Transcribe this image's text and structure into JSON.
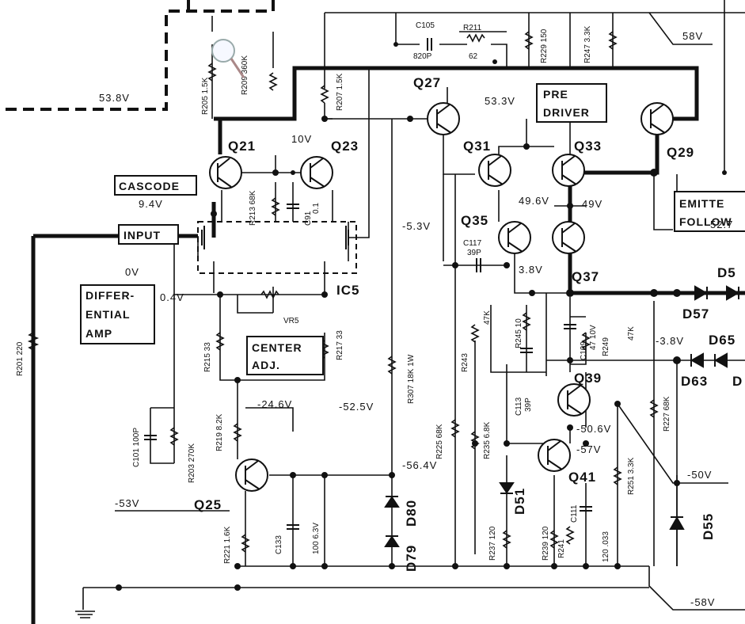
{
  "transistors": [
    "Q21",
    "Q23",
    "Q25",
    "Q27",
    "Q29",
    "Q31",
    "Q33",
    "Q35",
    "Q37",
    "Q39",
    "Q41"
  ],
  "ic": "IC5",
  "blocks": {
    "cascode": "CASCODE",
    "input": "INPUT",
    "diff_line1": "DIFFER-",
    "diff_line2": "ENTIAL",
    "diff_line3": "AMP",
    "center_line1": "CENTER",
    "center_line2": "ADJ.",
    "pre_line1": "PRE",
    "pre_line2": "DRIVER",
    "emit_line1": "EMITTE",
    "emit_line2": "FOLLOW"
  },
  "voltages": {
    "v538": "53.8V",
    "v94": "9.4V",
    "v10": "10V",
    "v0": "0V",
    "v04": "0.4V",
    "v533": "53.3V",
    "v496": "49.6V",
    "v49": "49V",
    "vm53": "-5.3V",
    "v38": "3.8V",
    "v527": "52.7",
    "vm38": "-3.8V",
    "v58": "58V",
    "vm246": "-24.6V",
    "vm525": "-52.5V",
    "vm564": "-56.4V",
    "vm506": "-50.6V",
    "vm57": "-57V",
    "vm50": "-50V",
    "vm53b": "-53V",
    "vm58": "-58V"
  },
  "resistors": {
    "r205": "R205 1.5K",
    "r209": "R209 360K",
    "r207": "R207 1.5K",
    "r211": "R211",
    "r211v": "62",
    "r229": "R229 150",
    "r247": "R247 3.3K",
    "r213": "R213 68K",
    "r215": "R215 33",
    "r217": "R217 33",
    "r201": "R201 220",
    "r203": "R203 270K",
    "r219": "R219 8.2K",
    "r221": "R221 1.6K",
    "r307": "R307 18K 1W",
    "r225": "R225 68K",
    "r243": "R243",
    "r243v": "47K",
    "r245": "R245 10",
    "r249": "R249",
    "r249v": "47K",
    "r235": "R235 6.8K",
    "r237": "R237 120",
    "r239": "R239 120",
    "r241": "R241",
    "r251": "R251 3.3K",
    "r227": "R227 68K"
  },
  "capacitors": {
    "c105": "C105",
    "c105v": "820P",
    "c91": "C91",
    "c91v": "0.1",
    "c117": "C117",
    "c117v": "39P",
    "c109": "C109",
    "c109v": "47 10V",
    "c113": "C113",
    "c113v": "39P",
    "c101": "C101 100P",
    "c133": "C133",
    "c133v": "100 6.3V",
    "c111": "C111",
    "c111v": "120 .033"
  },
  "trimmer": "VR5",
  "diodes": {
    "d79": "D79",
    "d80": "D80",
    "d51": "D51",
    "d55": "D55",
    "d57": "D57",
    "d63": "D63",
    "d65": "D65",
    "d5x": "D5",
    "d_": "D"
  }
}
